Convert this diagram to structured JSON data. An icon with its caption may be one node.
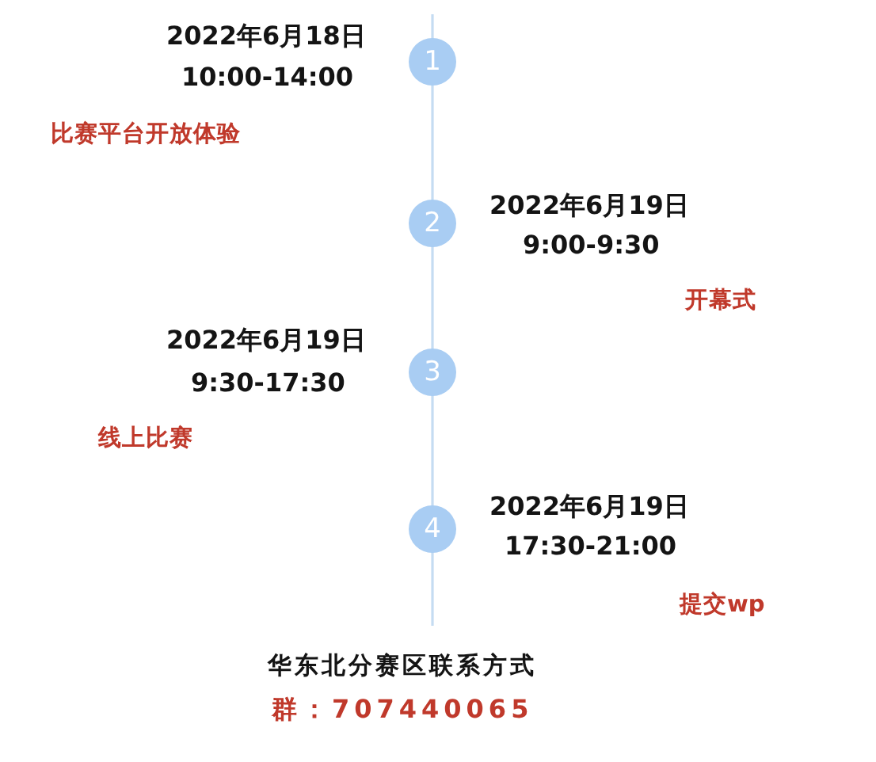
{
  "diagram": {
    "nodes": [
      {
        "text": [
          "1"
        ],
        "beside": [
          "2022年6月18日",
          "10:00-14:00",
          "比赛平台开放体验"
        ]
      },
      {
        "text": [
          "2"
        ],
        "beside": [
          "2022年6月19日",
          "9:00-9:30",
          "开幕式"
        ]
      },
      {
        "text": [
          "3"
        ],
        "beside": [
          "2022年6月19日",
          "9:30-17:30",
          "线上比赛"
        ]
      },
      {
        "text": [
          "4"
        ],
        "beside": [
          "2022年6月19日",
          "17:30-21:00",
          "提交wp"
        ]
      }
    ],
    "labels": [
      "华东北分赛区联系方式",
      "群：707440065"
    ]
  }
}
